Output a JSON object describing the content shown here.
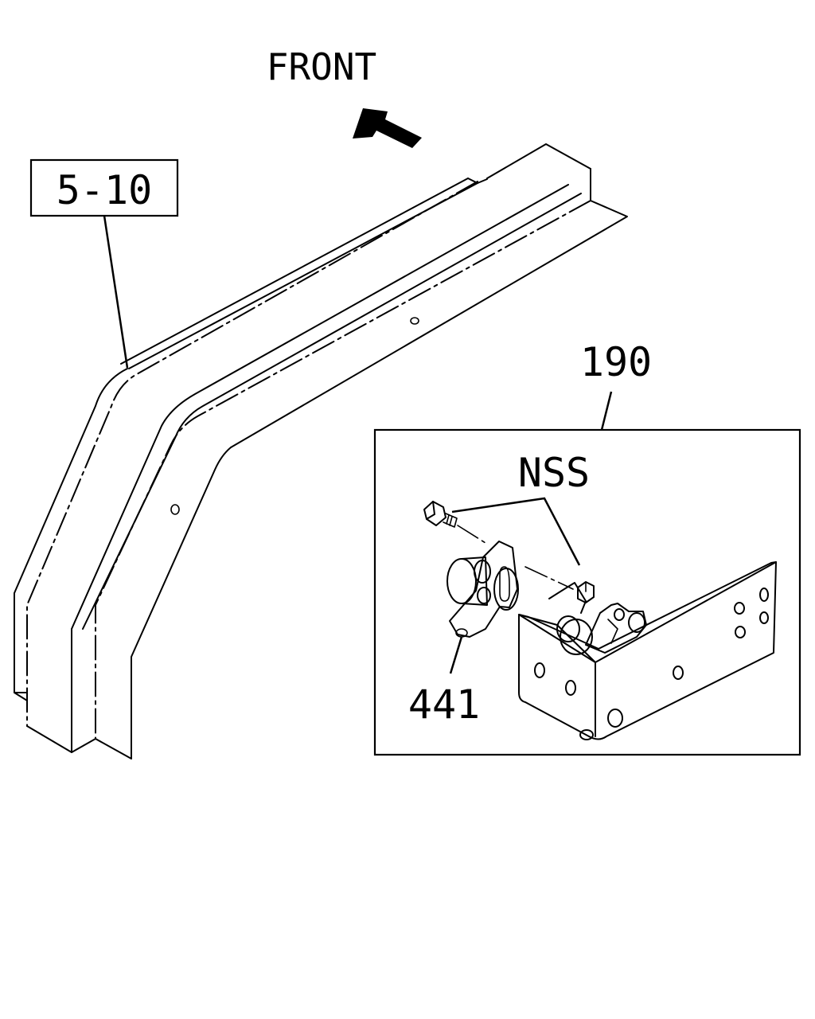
{
  "labels": {
    "front": "FRONT",
    "ref": "5-10",
    "part_190": "190",
    "nss": "NSS",
    "part_441": "441"
  },
  "icons": {
    "direction_arrow": "front-direction-arrow-icon"
  },
  "colors": {
    "ink": "#000000",
    "background": "#ffffff"
  }
}
